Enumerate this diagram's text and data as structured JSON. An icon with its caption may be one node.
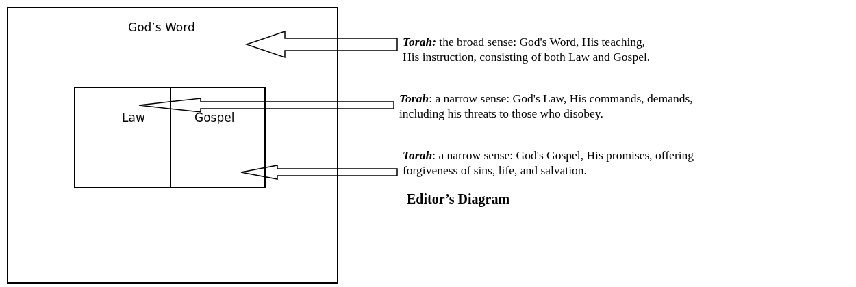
{
  "diagram": {
    "caption": "Editor’s Diagram",
    "nodes": [
      {
        "text": [
          "God’s Word"
        ]
      },
      {
        "text": [],
        "shape": "box",
        "in": 0
      },
      {
        "text": [
          "Law"
        ],
        "in": 1
      },
      {
        "text": [
          "Gospel"
        ],
        "in": 1
      },
      {
        "text": [
          "**Torah:** the broad sense: God's Word, His teaching, His instruction, consisting of both Law and Gospel."
        ]
      },
      {
        "text": [
          "**Torah**: a narrow sense: God's Law, His commands, demands, including his threats to those who disobey."
        ]
      },
      {
        "text": [
          "**Torah**: a narrow sense: God's Gospel, His promises, offering forgiveness of sins, life, and salvation."
        ]
      }
    ],
    "edges": [
      {
        "from": 4,
        "to": 0,
        "arrow": "to"
      },
      {
        "from": 5,
        "to": 2,
        "arrow": "to"
      },
      {
        "from": 6,
        "to": 3,
        "arrow": "to"
      }
    ]
  }
}
